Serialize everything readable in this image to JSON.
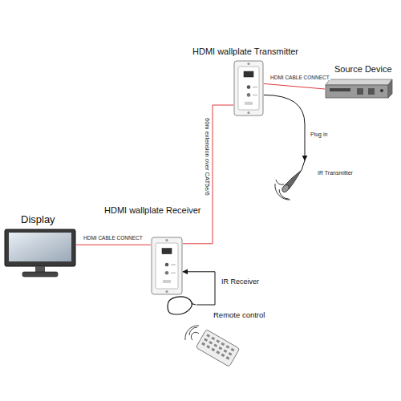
{
  "diagram": {
    "nodes": [
      {
        "text": [
          "HDMI wallplate Transmitter"
        ]
      },
      {
        "text": [
          "Source Device"
        ]
      },
      {
        "text": [
          "IR Transmitter"
        ]
      },
      {
        "text": [
          "HDMI wallplate Receiver"
        ]
      },
      {
        "text": [
          "Display"
        ]
      },
      {
        "text": [
          "IR Receiver"
        ]
      },
      {
        "text": [
          "Remote control"
        ]
      }
    ],
    "edges": [
      {
        "from": 0,
        "to": 1,
        "label": "HDMI CABLE CONNECT",
        "arrow": "none"
      },
      {
        "from": 0,
        "to": 2,
        "label": "Plug in",
        "arrow": "to"
      },
      {
        "from": 0,
        "to": 3,
        "label": "60m extension over CAT5e/6",
        "arrow": "none"
      },
      {
        "from": 3,
        "to": 4,
        "label": "HDMI CABLE CONNECT",
        "arrow": "none"
      },
      {
        "from": 5,
        "to": 3,
        "arrow": "to"
      }
    ]
  }
}
